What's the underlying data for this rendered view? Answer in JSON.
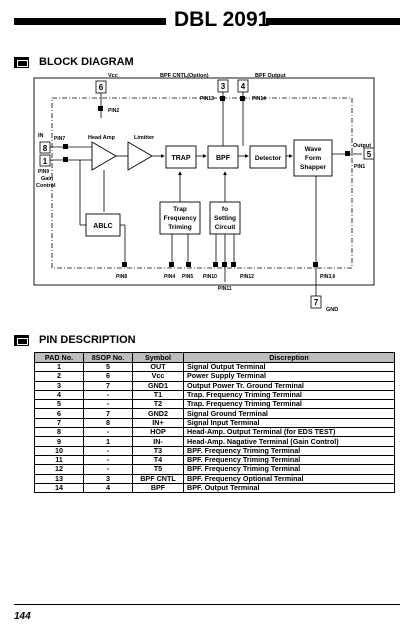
{
  "header": {
    "title": "DBL 2091"
  },
  "block_section": {
    "title": "BLOCK DIAGRAM"
  },
  "pin_section": {
    "title": "PIN DESCRIPTION"
  },
  "diagram": {
    "labels": {
      "vcc": "Vcc",
      "bpf_cntl": "BPF CNTL(Option)",
      "bpf_output": "BPF Output",
      "pin13": "PIN13",
      "pin14": "PIN14",
      "pin2": "PIN2",
      "in": "IN",
      "pin7": "PIN7",
      "head_amp": "Head Amp",
      "limitter": "Limitter",
      "output": "Output",
      "pin1": "PIN1",
      "pin9": "PIN9",
      "gain": "Gain",
      "control": "Control",
      "pin8": "PIN8",
      "pin4": "PIN4",
      "pin5": "PIN5",
      "pin10": "PIN10",
      "pin12": "PIN12",
      "pin36": "PIN3,6",
      "pin11": "PIN11",
      "gnd": "GND"
    },
    "boxes": {
      "trap": "TRAP",
      "bpf": "BPF",
      "detector": "Detector",
      "wave1": "Wave",
      "wave2": "Form",
      "wave3": "Shapper",
      "abl": "ABLC",
      "tft1": "Trap",
      "tft2": "Frequency",
      "tft3": "Triming",
      "fo1": "fo",
      "fo2": "Setting",
      "fo3": "Circuit"
    },
    "pin_numbers": {
      "p6": "6",
      "p3": "3",
      "p4": "4",
      "p8": "8",
      "p1": "1",
      "p5": "5",
      "p7": "7"
    }
  },
  "table": {
    "headers": [
      "PAD No.",
      "8SOP No.",
      "Symbol",
      "Discreption"
    ],
    "rows": [
      [
        "1",
        "5",
        "OUT",
        "Signal Output Terminal"
      ],
      [
        "2",
        "6",
        "Vcc",
        "Power Supply Terminal"
      ],
      [
        "3",
        "7",
        "GND1",
        "Output Power Tr. Ground Terminal"
      ],
      [
        "4",
        "-",
        "T1",
        "Trap. Frequency Triming Terminal"
      ],
      [
        "5",
        "-",
        "T2",
        "Trap. Frequency Triming Terminal"
      ],
      [
        "6",
        "7",
        "GND2",
        "Signal Ground Terminal"
      ],
      [
        "7",
        "8",
        "IN+",
        "Signal Input Terminal"
      ],
      [
        "8",
        "-",
        "HOP",
        "Head-Amp. Output Terminal (for EDS TEST)"
      ],
      [
        "9",
        "1",
        "IN-",
        "Head-Amp. Nagative Terminal (Gain Control)"
      ],
      [
        "10",
        "-",
        "T3",
        "BPF. Frequency Triming Terminal"
      ],
      [
        "11",
        "-",
        "T4",
        "BPF. Frequency Triming Terminal"
      ],
      [
        "12",
        "-",
        "T5",
        "BPF. Frequency Triming Terminal"
      ],
      [
        "13",
        "3",
        "BPF CNTL",
        "BPF. Frequency Optional Terminal"
      ],
      [
        "14",
        "4",
        "BPF",
        "BPF. Output Terminal"
      ]
    ]
  },
  "footer": {
    "page": "144"
  }
}
